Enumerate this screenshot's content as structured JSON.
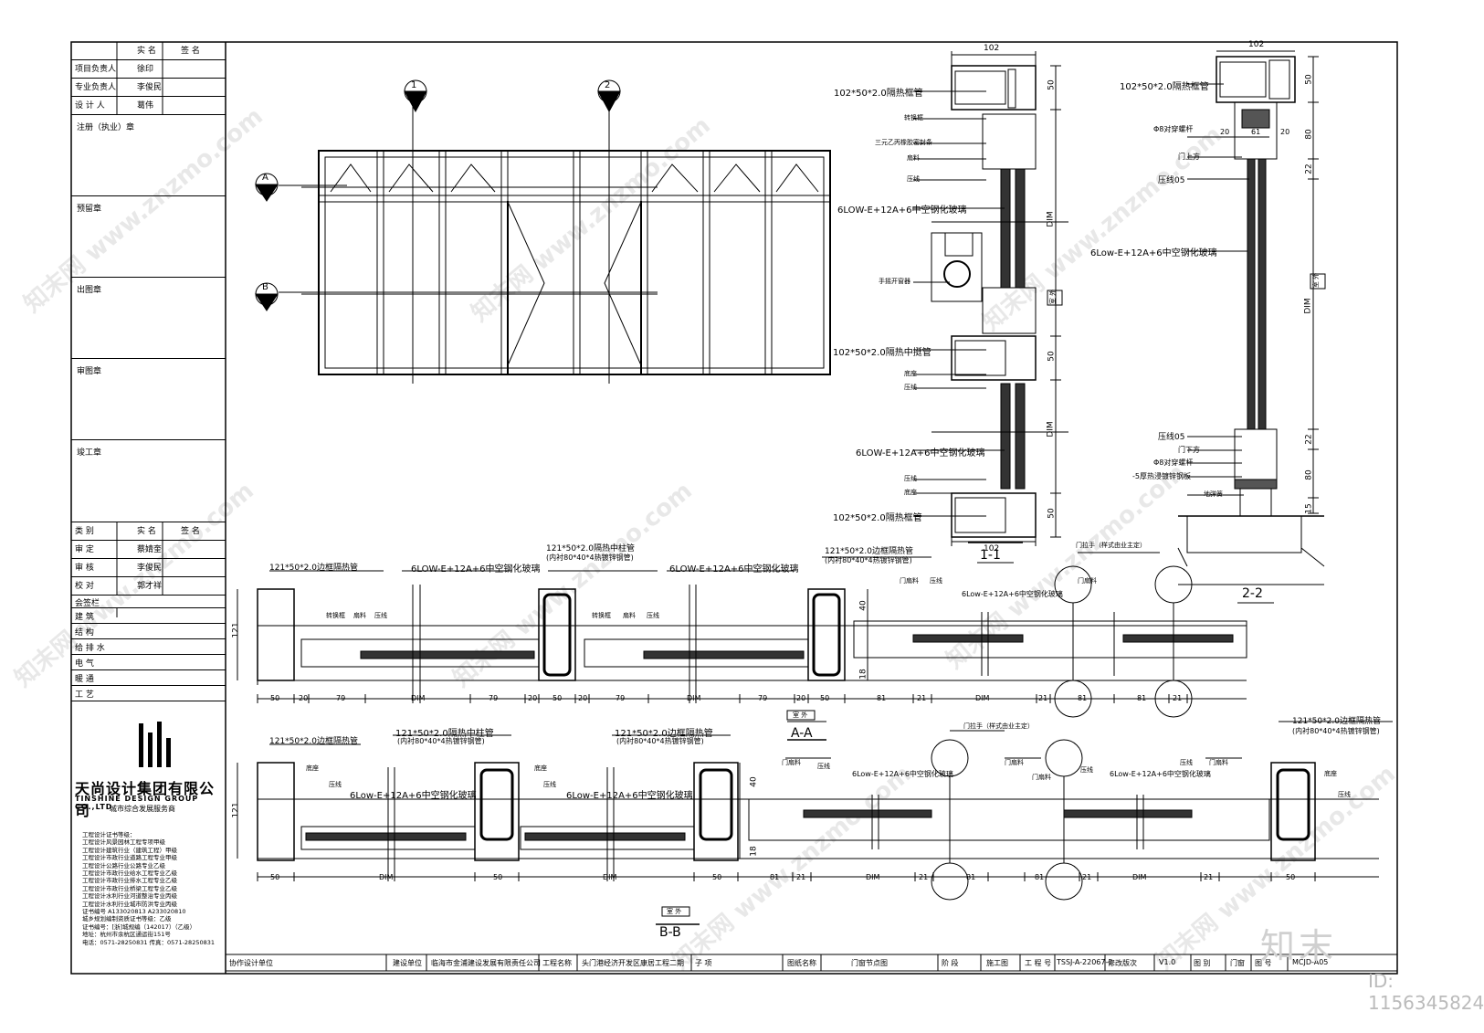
{
  "side": {
    "rows1": [
      {
        "label": "",
        "name": "实  名",
        "sign": "签  名"
      },
      {
        "label": "项目负责人",
        "name": "徐印",
        "sign": ""
      },
      {
        "label": "专业负责人",
        "name": "李俊民",
        "sign": ""
      },
      {
        "label": "设  计  人",
        "name": "葛伟",
        "sign": ""
      }
    ],
    "blocks": [
      "注册（执业）章",
      "预留章",
      "出图章",
      "审图章",
      "竣工章"
    ],
    "rows2": [
      {
        "label": "类    别",
        "name": "实  名",
        "sign": "签  名"
      },
      {
        "label": "审  定",
        "name": "蔡婧奎",
        "sign": ""
      },
      {
        "label": "审  核",
        "name": "李俊民",
        "sign": ""
      },
      {
        "label": "校  对",
        "name": "郭才祥",
        "sign": ""
      }
    ],
    "countersign_title": "会签栏",
    "countersign": [
      "建    筑",
      "结    构",
      "给 排 水",
      "电    气",
      "暖    通",
      "工    艺"
    ]
  },
  "company": {
    "cn": "天尚设计集团有限公司",
    "en": "TINSHINE DESIGN GROUP CO.,LTD",
    "sub": "城市综合发展服务商",
    "certs": [
      "工程设计证书等级：",
      "工程设计风景园林工程专项甲级",
      "工程设计建筑行业（建筑工程）甲级",
      "工程设计市政行业道路工程专业甲级",
      "工程设计公路行业公路专业乙级",
      "工程设计市政行业给水工程专业乙级",
      "工程设计市政行业排水工程专业乙级",
      "工程设计市政行业桥梁工程专业乙级",
      "工程设计水利行业河道整治专业丙级",
      "工程设计水利行业城市防洪专业丙级",
      "证书编号  A133020813   A233020810",
      "城乡规划编制资质证书等级：乙级",
      "证书编号：[浙]城规编（142017）（乙级）",
      "地址：杭州市余杭区通运街151号",
      "电话：0571-28250831   传真：0571-28250831"
    ]
  },
  "titlebar": {
    "coop": "协作设计单位",
    "client_label": "建设单位",
    "client": "临海市金浦建设发展有限责任公司",
    "project_label": "工程名称",
    "project": "头门港经济开发区康居工程二期",
    "sub_label": "子  项",
    "drawing_label": "图纸名称",
    "drawing": "门窗节点图",
    "stage_label": "阶  段",
    "stage": "施工图",
    "no_label": "工 程 号",
    "no": "TSSJ-A-22067-1",
    "rev_label": "修改版次",
    "rev": "V1.0",
    "cat_label": "图  别",
    "cat": "门窗",
    "num_label": "图  号",
    "num": "MCJD-A05"
  },
  "elevation": {
    "axis": [
      "1",
      "2",
      "A",
      "B"
    ]
  },
  "section11": {
    "title": "1-1",
    "top_dim": "102",
    "bottom_dim": "102",
    "right_dims": [
      "50",
      "DIM",
      "50",
      "DIM",
      "50"
    ],
    "room_label": "室 外",
    "labels": [
      "102*50*2.0隔热框管",
      "转换框",
      "三元乙丙橡胶密封条",
      "扇料",
      "压线",
      "6LOW-E+12A+6中空钢化玻璃",
      "手摇开窗器",
      "102*50*2.0隔热中挺管",
      "底座",
      "压线",
      "6LOW-E+12A+6中空钢化玻璃",
      "压线",
      "底座",
      "102*50*2.0隔热框管"
    ]
  },
  "section22": {
    "title": "2-2",
    "top_dim": "102",
    "small_dims": [
      "20",
      "61",
      "20"
    ],
    "right_dims": [
      "50",
      "80",
      "22",
      "DIM",
      "22",
      "80",
      "15"
    ],
    "room_label": "室 外",
    "labels": [
      "102*50*2.0隔热框管",
      "Φ8对穿螺杆",
      "门上方",
      "压线05",
      "6Low-E+12A+6中空钢化玻璃",
      "压线05",
      "门下方",
      "Φ8对穿螺杆",
      "-5厚热浸镀锌钢板",
      "地弹簧"
    ]
  },
  "sectionAA": {
    "title": "A-A",
    "room_label": "室 外",
    "labels": [
      "121*50*2.0边框隔热管",
      "6LOW-E+12A+6中空钢化玻璃",
      "121*50*2.0隔热中柱管",
      "(内衬80*40*4热镀锌钢管)",
      "6LOW-E+12A+6中空钢化玻璃",
      "121*50*2.0边框隔热管",
      "(内衬80*40*4热镀锌钢管)",
      "门拉手（样式由业主定）",
      "门扇料",
      "压线",
      "6Low-E+12A+6中空钢化玻璃",
      "门扇料",
      "转换框",
      "扇料",
      "压线",
      "转换框",
      "扇料",
      "压线"
    ],
    "left_dims": [
      "121",
      "40",
      "18"
    ],
    "dims": [
      "50",
      "20",
      "79",
      "DIM",
      "79",
      "20",
      "50",
      "20",
      "79",
      "DIM",
      "79",
      "20",
      "50",
      "81",
      "21",
      "DIM",
      "21",
      "81",
      "81",
      "21"
    ]
  },
  "sectionBB": {
    "title": "B-B",
    "room_label": "室 外",
    "labels": [
      "121*50*2.0边框隔热管",
      "121*50*2.0隔热中柱管",
      "(内衬80*40*4热镀锌钢管)",
      "121*50*2.0边框隔热管",
      "(内衬80*40*4热镀锌钢管)",
      "门拉手（样式由业主定）",
      "121*50*2.0边框隔热管",
      "(内衬80*40*4热镀锌钢管)",
      "底座",
      "压线",
      "6Low-E+12A+6中空钢化玻璃",
      "底座",
      "压线",
      "6Low-E+12A+6中空钢化玻璃",
      "门扇料",
      "压线",
      "6Low-E+12A+6中空钢化玻璃",
      "门扇料",
      "门扇料",
      "压线",
      "6Low-E+12A+6中空钢化玻璃",
      "压线",
      "门扇料",
      "底座",
      "压线"
    ],
    "left_dims": [
      "121",
      "40",
      "18"
    ],
    "dims": [
      "50",
      "DIM",
      "50",
      "DIM",
      "50",
      "81",
      "21",
      "DIM",
      "21",
      "81",
      "81",
      "21",
      "DIM",
      "21",
      "50"
    ]
  },
  "watermark": {
    "text": "知末网 www.znzmo.com",
    "brand": "知末",
    "id": "ID: 1156345824"
  }
}
